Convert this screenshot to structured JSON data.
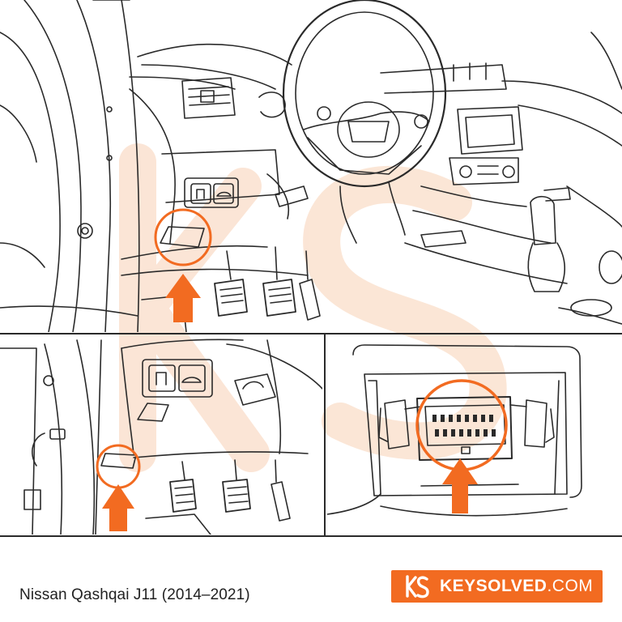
{
  "caption": "Nissan Qashqai J11 (2014–2021)",
  "brand": {
    "name_strong": "KEYSOLVED",
    "name_suffix": ".COM",
    "logo_icon": "ks-logo-icon"
  },
  "colors": {
    "accent": "#f26b21",
    "line": "#2a2a2a",
    "watermark": "#fbe3d2",
    "background": "#ffffff"
  },
  "panels": [
    {
      "name": "overview-dashboard-panel",
      "content": "driver side dashboard with steering wheel and pedals, OBD port location highlighted"
    },
    {
      "name": "closeup-underdash-panel",
      "content": "lower dash panel near switches, OBD cover highlighted"
    },
    {
      "name": "obd-port-closeup-panel",
      "content": "OBD connector in bracket"
    }
  ]
}
